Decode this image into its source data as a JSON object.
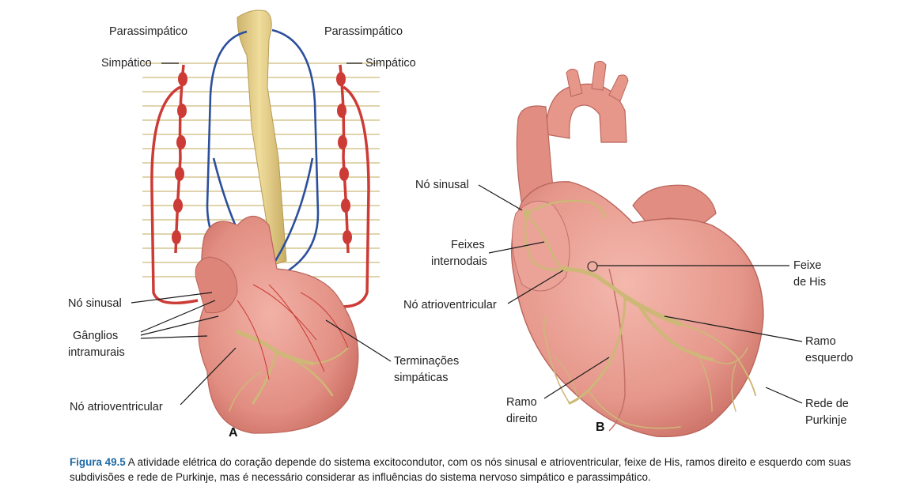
{
  "panel_a": {
    "label": "A",
    "parassimpatico_left": "Parassimpático",
    "parassimpatico_right": "Parassimpático",
    "simpatico_left": "Simpático",
    "simpatico_right": "Simpático",
    "no_sinusal": "Nó sinusal",
    "ganglios_line1": "Gânglios",
    "ganglios_line2": "intramurais",
    "no_atrioventricular": "Nó atrioventricular",
    "terminacoes_line1": "Terminações",
    "terminacoes_line2": "simpáticas"
  },
  "panel_b": {
    "label": "B",
    "no_sinusal": "Nó sinusal",
    "feixes_line1": "Feixes",
    "feixes_line2": "internodais",
    "no_atrioventricular": "Nó atrioventricular",
    "feixe_his_line1": "Feixe",
    "feixe_his_line2": "de His",
    "ramo_esquerdo_line1": "Ramo",
    "ramo_esquerdo_line2": "esquerdo",
    "ramo_direito_line1": "Ramo",
    "ramo_direito_line2": "direito",
    "rede_purkinje_line1": "Rede de",
    "rede_purkinje_line2": "Purkinje"
  },
  "caption": {
    "figure_number": "Figura 49.5",
    "text": "A atividade elétrica do coração depende do sistema excitocondutor, com os nós sinusal e atrioventricular, feixe de His, ramos direito e esquerdo com suas subdivisões e rede de Purkinje, mas é necessário considerar as influências do sistema nervoso simpático e parassimpático."
  },
  "colors": {
    "heart_fill": "#e89a8e",
    "heart_shade": "#d4766b",
    "conduction_system": "#cdb877",
    "spinal_cord": "#e6d08c",
    "sympathetic": "#cc3b36",
    "parasympathetic": "#2c4f9c",
    "figure_label": "#1f6aa5"
  }
}
